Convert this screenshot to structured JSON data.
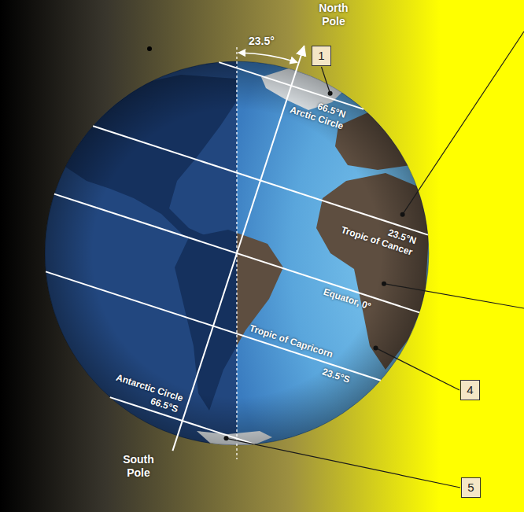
{
  "diagram": {
    "nodes": [
      {
        "text": [
          "1"
        ]
      },
      {
        "text": [
          "4"
        ]
      },
      {
        "text": [
          "5"
        ]
      }
    ],
    "labels": [
      "North Pole",
      "23.5°",
      "66.5°N",
      "Arctic Circle",
      "23.5°N",
      "Tropic of Cancer",
      "Equator, 0°",
      "Tropic of Capricorn",
      "23.5°S",
      "Antarctic Circle",
      "66.5°S",
      "South Pole"
    ]
  }
}
